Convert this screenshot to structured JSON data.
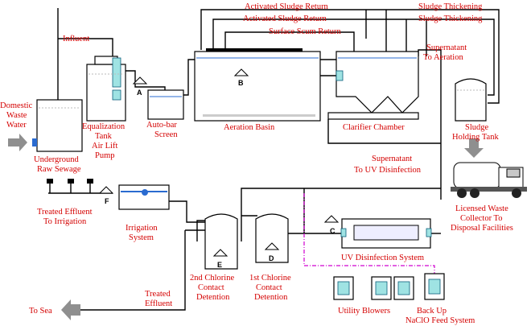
{
  "labels": {
    "influent": "Influent",
    "domestic": [
      "Domestic",
      "Waste",
      "Water"
    ],
    "underground": [
      "Underground",
      "Raw Sewage"
    ],
    "air_lift": [
      "Air Lift",
      "Pump"
    ],
    "equalization": [
      "Equalization",
      "Tank"
    ],
    "autobar": [
      "Auto-bar",
      "Screen"
    ],
    "aeration": "Aeration Basin",
    "clarifier": "Clarifier Chamber",
    "supernatant_aeration": [
      "Supernatant",
      "To Aeration"
    ],
    "sludge_holding": [
      "Sludge",
      "Holding Tank"
    ],
    "activated_1": "Activated Sludge Return",
    "activated_2": "Activated Sludge Return",
    "scum": "Surface Scum Return",
    "thick_1": "Sludge Thickening",
    "thick_2": "Sludge Thickening",
    "supernatant_uv": [
      "Supernatant",
      "To UV Disinfection"
    ],
    "collector": [
      "Licensed Waste",
      "Collector To",
      "Disposal Facilities"
    ],
    "treated_irrigation": [
      "Treated Effluent",
      "To Irrigation"
    ],
    "irrigation": [
      "Irrigation",
      "System"
    ],
    "uv": "UV Disinfection System",
    "chlorine2": [
      "2nd Chlorine",
      "Contact",
      "Detention"
    ],
    "chlorine1": [
      "1st Chlorine",
      "Contact",
      "Detention"
    ],
    "treated_effluent": [
      "Treated",
      "Effluent"
    ],
    "to_sea": "To Sea",
    "blowers": "Utility Blowers",
    "backup": [
      "Back Up",
      "NaClO Feed System"
    ]
  },
  "markers": {
    "a": "A",
    "b": "B",
    "c": "C",
    "d": "D",
    "e": "E",
    "f": "F"
  },
  "colors": {
    "label": "#d40000",
    "pipe": "#000000",
    "chemical_line": "#d000d0",
    "equipment": "#9fe3e3",
    "arrow": "#8f8f8f"
  }
}
